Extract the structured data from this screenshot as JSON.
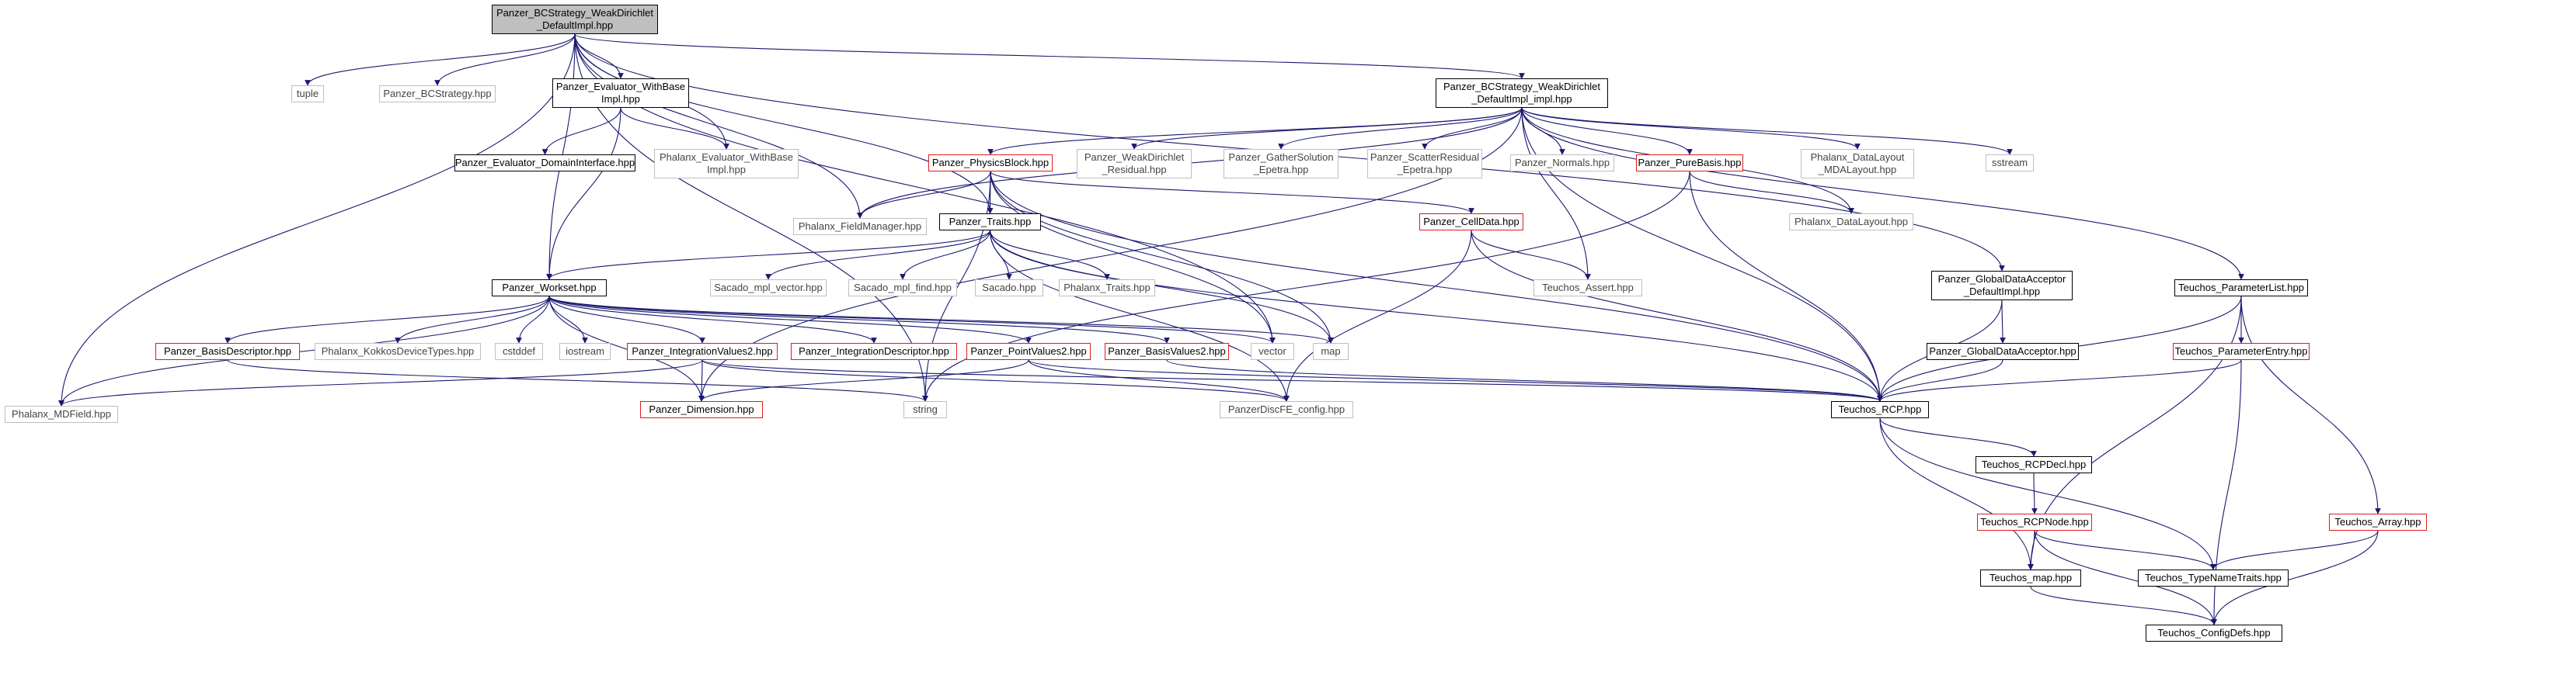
{
  "colors": {
    "root_fill": "#bfbfbf",
    "edge": "#191970",
    "incomplete_border": "#e31a1c",
    "external_border": "#bfbfbf"
  },
  "nodes": {
    "root": "Panzer_BCStrategy_WeakDirichlet\n_DefaultImpl.hpp",
    "tuple": "tuple",
    "bcstrategy": "Panzer_BCStrategy.hpp",
    "evaluator_withbase": "Panzer_Evaluator_WithBase\nImpl.hpp",
    "phalanx_evaluator_withbase": "Phalanx_Evaluator_WithBase\nImpl.hpp",
    "evaluator_domaininterface": "Panzer_Evaluator_DomainInterface.hpp",
    "weakdirichlet_impl": "Panzer_BCStrategy_WeakDirichlet\n_DefaultImpl_impl.hpp",
    "physicsblock": "Panzer_PhysicsBlock.hpp",
    "weakdirichlet_residual": "Panzer_WeakDirichlet\n_Residual.hpp",
    "gathersolution": "Panzer_GatherSolution\n_Epetra.hpp",
    "scatterresidual": "Panzer_ScatterResidual\n_Epetra.hpp",
    "normals": "Panzer_Normals.hpp",
    "purebasis": "Panzer_PureBasis.hpp",
    "phalanx_datalayout_mda": "Phalanx_DataLayout\n_MDALayout.hpp",
    "sstream": "sstream",
    "fieldmanager": "Phalanx_FieldManager.hpp",
    "traits": "Panzer_Traits.hpp",
    "celldata": "Panzer_CellData.hpp",
    "phalanx_datalayout": "Phalanx_DataLayout.hpp",
    "globaldataacceptor_impl": "Panzer_GlobalDataAcceptor\n_DefaultImpl.hpp",
    "parameterlist": "Teuchos_ParameterList.hpp",
    "sacado_mpl_vector": "Sacado_mpl_vector.hpp",
    "sacado_mpl_find": "Sacado_mpl_find.hpp",
    "sacado": "Sacado.hpp",
    "phalanx_traits": "Phalanx_Traits.hpp",
    "teuchos_assert": "Teuchos_Assert.hpp",
    "workset": "Panzer_Workset.hpp",
    "globaldataacceptor": "Panzer_GlobalDataAcceptor.hpp",
    "parameterentry": "Teuchos_ParameterEntry.hpp",
    "basisdescriptor": "Panzer_BasisDescriptor.hpp",
    "kokkosdevicetypes": "Phalanx_KokkosDeviceTypes.hpp",
    "cstddef": "cstddef",
    "iostream": "iostream",
    "integrationvalues2": "Panzer_IntegrationValues2.hpp",
    "integrationdescriptor": "Panzer_IntegrationDescriptor.hpp",
    "pointvalues2": "Panzer_PointValues2.hpp",
    "basisvalues2": "Panzer_BasisValues2.hpp",
    "vector": "vector",
    "map": "map",
    "mdfield": "Phalanx_MDField.hpp",
    "dimension": "Panzer_Dimension.hpp",
    "string": "string",
    "discfe_config": "PanzerDiscFE_config.hpp",
    "rcp": "Teuchos_RCP.hpp",
    "rcpdecl": "Teuchos_RCPDecl.hpp",
    "rcpnode": "Teuchos_RCPNode.hpp",
    "teuchos_array": "Teuchos_Array.hpp",
    "teuchos_map": "Teuchos_map.hpp",
    "typenametraits": "Teuchos_TypeNameTraits.hpp",
    "configdefs": "Teuchos_ConfigDefs.hpp"
  }
}
